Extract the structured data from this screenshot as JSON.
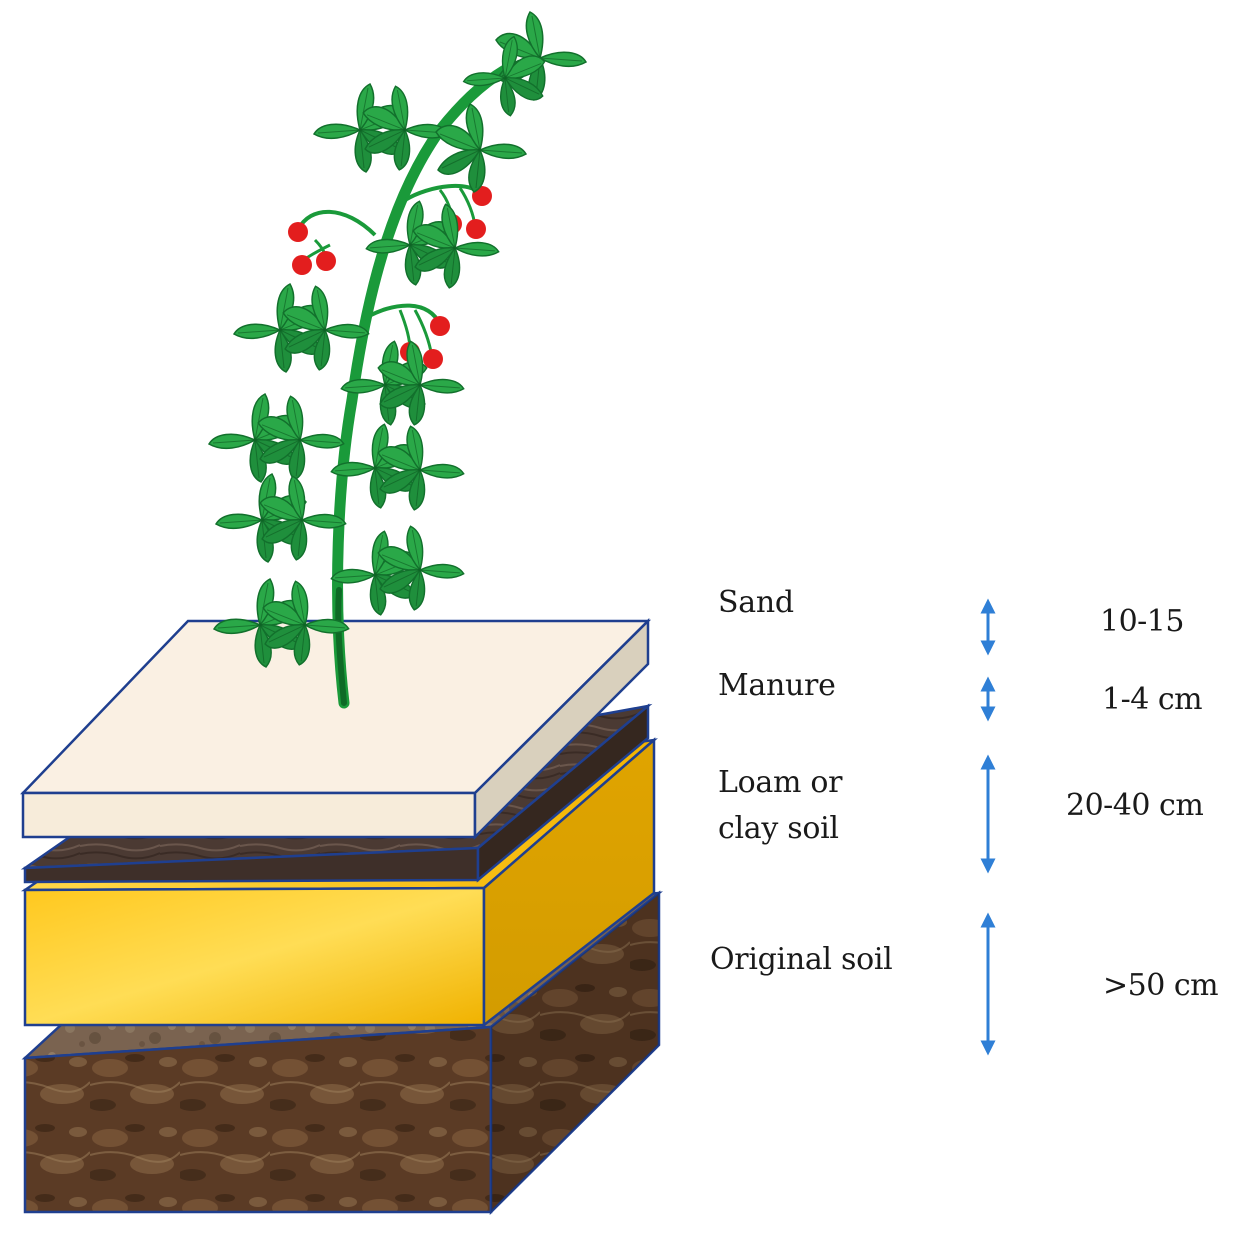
{
  "layers": [
    {
      "name": "sand",
      "label": "Sand",
      "thickness": "10-15"
    },
    {
      "name": "manure",
      "label": "Manure",
      "thickness": "1-4 cm"
    },
    {
      "name": "loam",
      "label": "Loam or\nclay soil",
      "thickness": "20-40 cm"
    },
    {
      "name": "original",
      "label": "Original soil",
      "thickness": ">50 cm"
    }
  ],
  "colors": {
    "sand_top": "#faf0e3",
    "sand_side": "#ddd5c2",
    "manure": "#4a3a33",
    "loam_light": "#ffd54a",
    "loam_dark": "#e6a800",
    "original_soil": "#5a3a24",
    "outline": "#1f3f8f",
    "arrow": "#2f7fd6",
    "stem": "#1a9a3a",
    "leaf": "#2ea84a",
    "tomato": "#e31e1e"
  }
}
